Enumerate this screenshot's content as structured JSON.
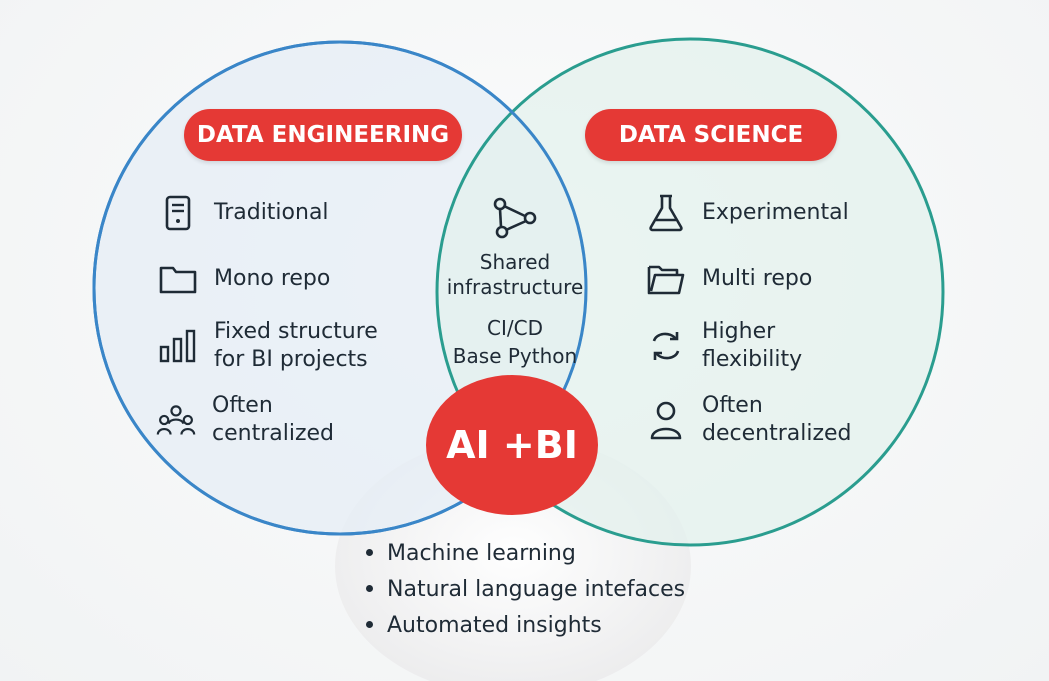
{
  "colors": {
    "engineering_circle": "#3a86c8",
    "science_circle": "#2a9d8f",
    "accent_red": "#e53935",
    "text": "#1f2b36"
  },
  "data_engineering": {
    "title": "DATA ENGINEERING",
    "items": [
      {
        "icon": "server-icon",
        "label": "Traditional"
      },
      {
        "icon": "folder-icon",
        "label": "Mono repo"
      },
      {
        "icon": "bar-chart-icon",
        "label": "Fixed structure\nfor BI projects"
      },
      {
        "icon": "group-icon",
        "label": "Often\ncentralized"
      }
    ]
  },
  "data_science": {
    "title": "DATA SCIENCE",
    "items": [
      {
        "icon": "flask-icon",
        "label": "Experimental"
      },
      {
        "icon": "folders-icon",
        "label": "Multi repo"
      },
      {
        "icon": "swap-arrows-icon",
        "label": "Higher\nflexibility"
      },
      {
        "icon": "person-icon",
        "label": "Often\ndecentralized"
      }
    ]
  },
  "shared": {
    "icon": "network-icon",
    "label": "Shared\ninfrastructure",
    "detail": "CI/CD\nBase Python"
  },
  "ai_bi": {
    "title": "AI +BI",
    "bullets": [
      "Machine learning",
      "Natural language intefaces",
      "Automated insights"
    ]
  }
}
